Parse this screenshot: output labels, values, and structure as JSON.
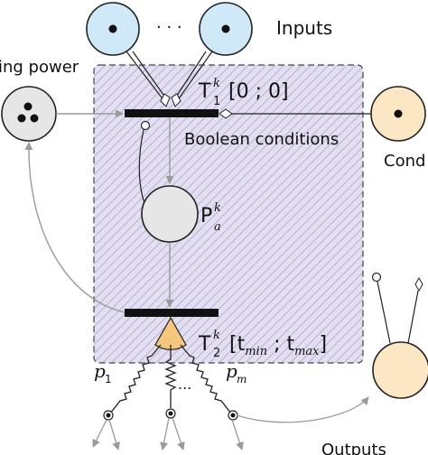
{
  "labels": {
    "inputs": "Inputs",
    "input_ellipsis": "· · ·",
    "power": "ing power",
    "cond": "Cond",
    "boolean_conditions": "Boolean conditions",
    "outputs": "Outputs",
    "t1_letter": "T",
    "t1_super": "k",
    "t1_sub": "1",
    "t1_interval": "[0 ; 0]",
    "pa_letter": "P",
    "pa_super": "k",
    "pa_sub": "a",
    "t2_letter": "T",
    "t2_super": "k",
    "t2_sub": "2",
    "t2_open": "[t",
    "t2_min": "min",
    "t2_sep": " ; t",
    "t2_max": "max",
    "t2_close": "]",
    "p1_letter": "p",
    "p1_sub": "1",
    "pm_letter": "p",
    "pm_sub": "m",
    "output_ellipsis": "..."
  },
  "colors": {
    "input_place": "#cfe9f8",
    "cond_place": "#fbe7c4",
    "output_place": "#fbe7c4",
    "power_place": "#e6e6e6",
    "pa_place": "#e6e6e6",
    "region_fill": "#e3def0",
    "region_hatch": "#b9b0d6",
    "region_border": "#444444",
    "transition": "#111111",
    "arc_gray": "#9a9a9a",
    "priority_wedge": "#f5c77e"
  }
}
